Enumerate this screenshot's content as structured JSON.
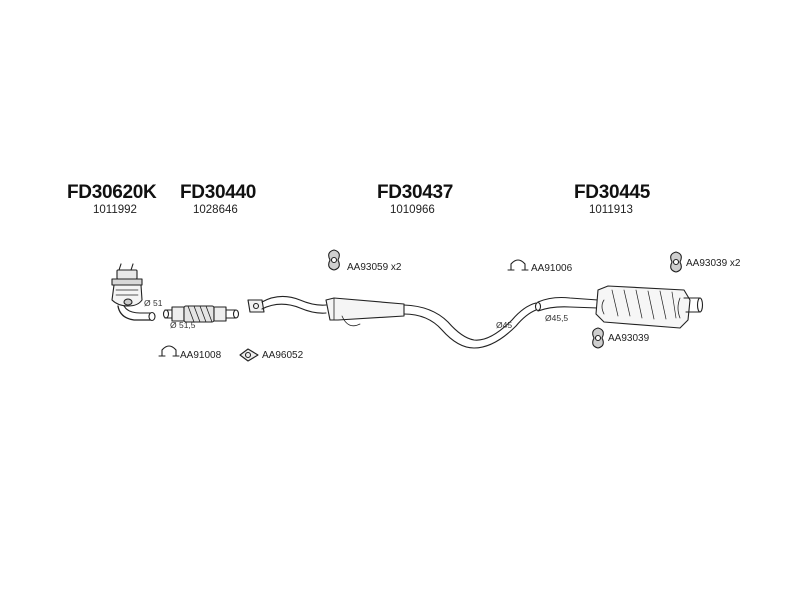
{
  "parts": [
    {
      "number": "FD30620K",
      "oe": "1011992"
    },
    {
      "number": "FD30440",
      "oe": "1028646"
    },
    {
      "number": "FD30437",
      "oe": "1010966"
    },
    {
      "number": "FD30445",
      "oe": "1011913"
    }
  ],
  "accessories": [
    {
      "code": "AA93059 x2",
      "icon": "rubber-mount-icon"
    },
    {
      "code": "AA91006",
      "icon": "u-clamp-icon"
    },
    {
      "code": "AA93039 x2",
      "icon": "rubber-mount-icon"
    },
    {
      "code": "AA93039",
      "icon": "rubber-mount-icon"
    },
    {
      "code": "AA91008",
      "icon": "u-clamp-icon"
    },
    {
      "code": "AA96052",
      "icon": "flange-gasket-icon"
    }
  ],
  "dimensions": [
    "Ø 51",
    "Ø 51,5",
    "Ø45",
    "Ø45,5"
  ]
}
